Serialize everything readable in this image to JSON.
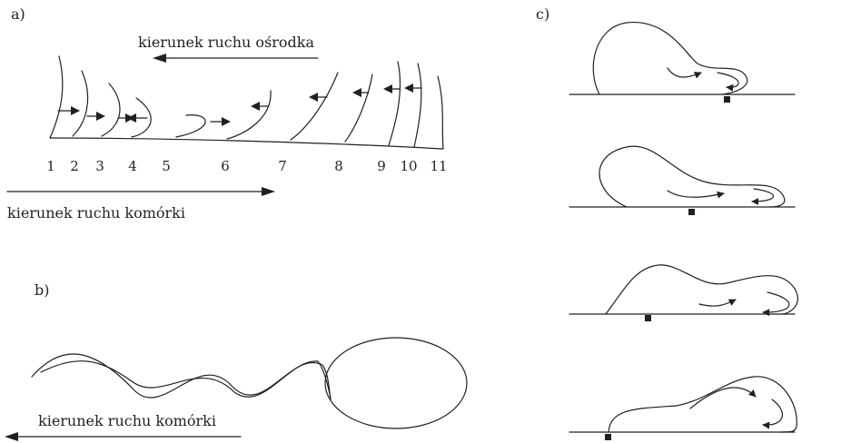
{
  "panels": {
    "a": {
      "label": "a)",
      "medium_direction": "kierunek ruchu ośrodka",
      "cell_direction": "kierunek ruchu komórki",
      "positions": [
        "1",
        "2",
        "3",
        "4",
        "5",
        "6",
        "7",
        "8",
        "9",
        "10",
        "11"
      ]
    },
    "b": {
      "label": "b)",
      "cell_direction": "kierunek ruchu komórki"
    },
    "c": {
      "label": "c)"
    }
  }
}
